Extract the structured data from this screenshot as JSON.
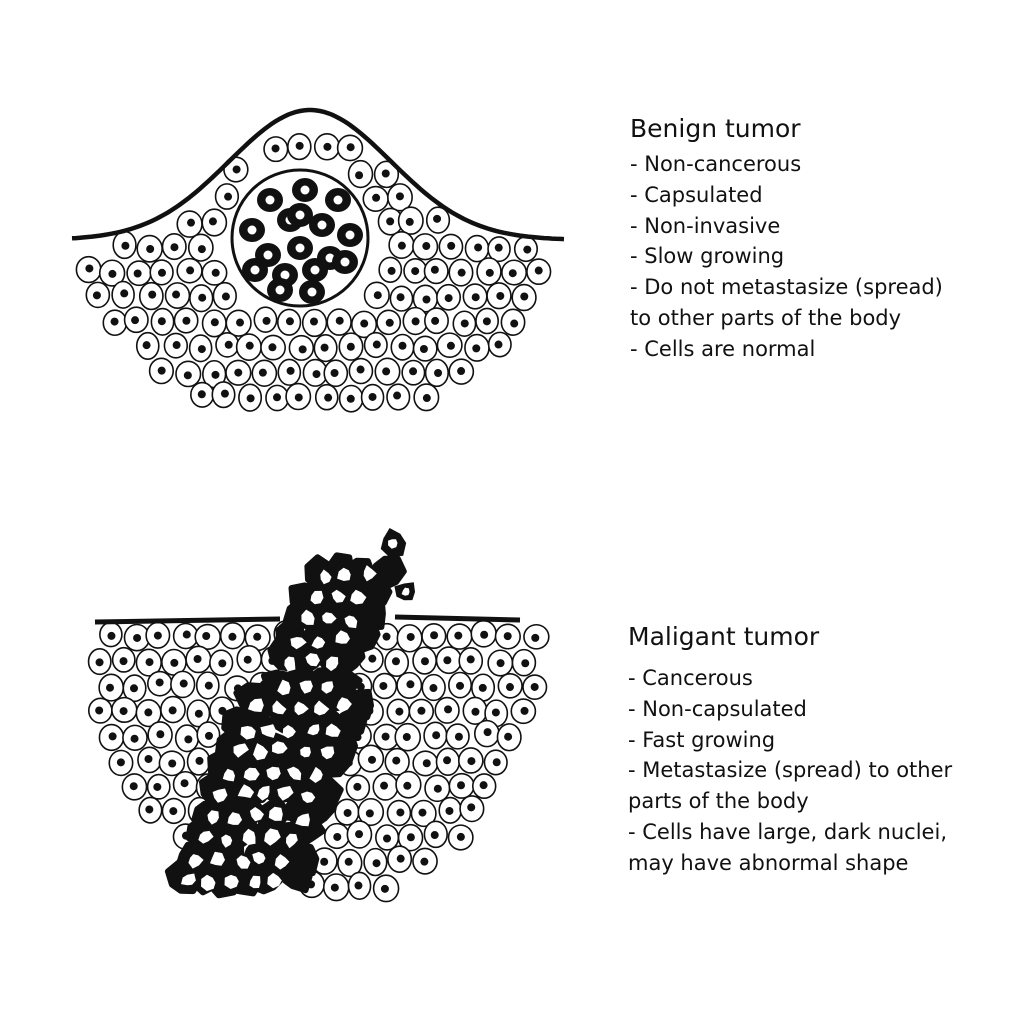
{
  "benign": {
    "title": "Benign tumor",
    "lines": [
      "- Non-cancerous",
      "- Capsulated",
      "- Non-invasive",
      "- Slow growing",
      "- Do not metastasize (spread)",
      "to other parts of the body",
      "- Cells are normal"
    ]
  },
  "malignant": {
    "title": "Maligant tumor",
    "lines": [
      "- Cancerous",
      "- Non-capsulated",
      "- Fast growing",
      "- Metastasize (spread) to other",
      "parts of the body",
      "- Cells have large, dark nuclei,",
      "may have abnormal shape"
    ]
  },
  "colors": {
    "ink": "#111111",
    "background": "#ffffff"
  }
}
